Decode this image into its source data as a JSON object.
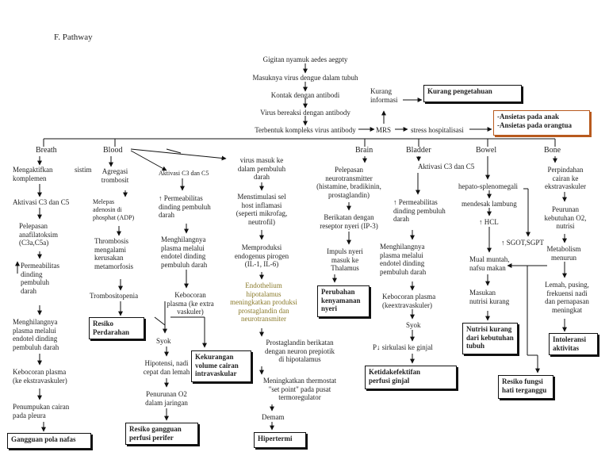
{
  "heading": "F. Pathway",
  "top": {
    "n1": "Gigitan nyamuk aedes aegpty",
    "n2": "Masuknya virus dengue dalam tubuh",
    "n3": "Kontak dengan antibodi",
    "n4": "Virus bereaksi dengan antibody",
    "n5": "Terbentuk kompleks virus antibody",
    "mrs": "MRS",
    "stress": "stress hospitalisasi",
    "kurang_info": "Kurang\ninformasi",
    "kurang_pengetahuan": "Kurang pengetahuan",
    "ansietas": "-Ansietas pada anak\n-Ansietas pada orangtua"
  },
  "breath": {
    "header": "Breath",
    "sistim": "sistim",
    "a1": "Mengaktifkan\nkomplemen",
    "a2": "Aktivasi C3 dan C5",
    "a3": "Pelepasan\nanafilatoksim\n(C3a,C5a)",
    "a4": "Permeabilitas\ndinding\npembuluh\ndarah",
    "a5": "Menghilangnya\nplasma      melalui\nendotel      dinding\npembuluh darah",
    "a6": "Kebocoran    plasma\n(ke ekstravaskuler)",
    "a7": "Penumpukan    cairan\npada pleura",
    "dx": "Gangguan pola nafas"
  },
  "blood": {
    "header": "Blood",
    "a1": "Agregasi\ntrombosit",
    "a2": "Melepas\nadenosin         di\nphosphat (ADP)",
    "a3": "Thrombosis\nmengalami\nkerusakan\nmetamorfosis",
    "a4": "Trombositopenia",
    "dx1": "Resiko\nPerdarahan",
    "b1": "Aktivasi C3 dan C5",
    "b2": "↑   Permeabilitas\ndinding pembuluh\ndarah",
    "b3": "Menghilangnya\nplasma    melalui\nendotel   dinding\npembuluh darah",
    "b4": "Kebocoran\nplasma (ke extra\nvaskuler)",
    "b5": "Syok",
    "b6": "Hipotensi, nadi\ncepat dan lemah",
    "b7": "Penurunan O2\ndalam jaringan",
    "dx2": "Resiko gangguan\nperfusi perifer",
    "dx3": "Kekurangan\nvolume cairan\nintravaskular"
  },
  "virus": {
    "v1": "virus masuk ke\ndalam pembuluh\ndarah",
    "v2": "Menstimulasi sel\nhost inflamasi\n(seperti mikrofag,\nneutrofil)",
    "v3": "Memproduksi\nendogenus pirogen\n(IL-1, IL-6)",
    "v4": "Endothelium\nhipotalamus\nmeningkatkan produksi\nprostaglandin dan\nneurotransmiter",
    "v5": "Prostaglandin berikatan\ndengan neuron prepiotik\ndi hipotalamus",
    "v6": "Meningkatkan thermostat\n\"set point\" pada pusat\ntermoregulator",
    "v7": "Demam",
    "dx": "Hipertermi"
  },
  "brain": {
    "header": "Brain",
    "a1": "Pelepasan\nneurotransmitter\n(histamine, bradikinin,\nprostaglandin)",
    "a2": "Berikatan dengan\nreseptor nyeri (IP-3)",
    "a3": "Impuls nyeri\nmasuk ke\nThalamus",
    "dx": "Perubahan\nkenyamanan\nnyeri"
  },
  "bladder": {
    "header": "Bladder",
    "a1": "Aktivasi C3 dan C5",
    "a2": "↑   Permeabilitas\ndinding pembuluh\ndarah",
    "a3": "Menghilangnya\nplasma          melalui\nendotel          dinding\npembuluh darah",
    "a4": "Kebocoran      plasma\n(keextravaskuler)",
    "a5": "Syok",
    "a6": "P↓ sirkulasi ke ginjal",
    "dx": "Ketidakefektifan\nperfusi ginjal"
  },
  "bowel": {
    "header": "Bowel",
    "a1": "hepato-splenomegali",
    "a2": "mendesak lambung",
    "a3": "↑ HCL",
    "a4": "↑ SGOT,SGPT",
    "a5": "Mual    muntah,\nnafsu       makan",
    "a6": "Masukan\nnutrisi kurang",
    "dx1": "Nutrisi     kurang\ndari    kebutuhan\ntubuh",
    "dx2": "Resiko     fungsi\nhati terganggu"
  },
  "bone": {
    "header": "Bone",
    "a1": "Perpindahan\ncairan ke\nekstravaskuler",
    "a2": "Peurunan\nkebutuhan O2,\nnutrisi",
    "a3": "Metabolism\nmenurun",
    "a4": "Lemah, pusing,\nfrekuensi nadi\ndan pernapasan\nmeningkat",
    "dx": "Intoleransi\naktivitas"
  }
}
